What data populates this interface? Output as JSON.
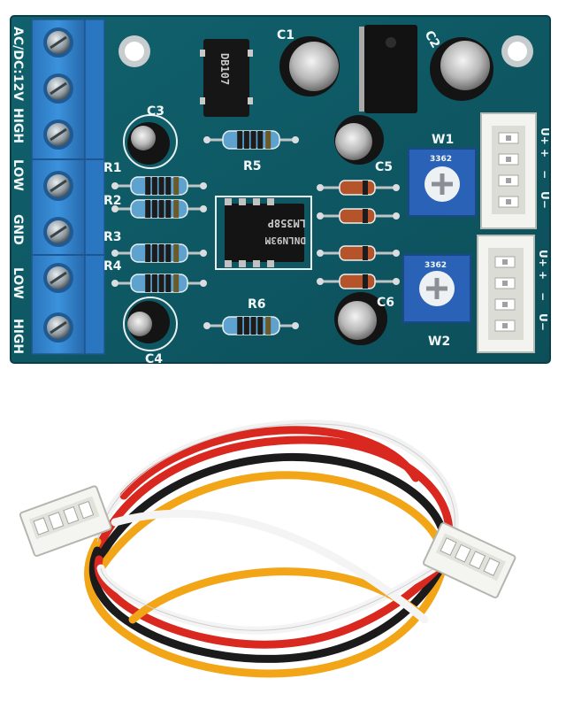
{
  "board": {
    "terminal_labels": [
      "AC/DC:12V",
      "HIGH",
      "LOW",
      "GND",
      "LOW",
      "HIGH"
    ],
    "rectifier_text": "DB107",
    "ic_text_line1": "LM358P",
    "ic_text_line2": "DNLN93M",
    "pot_text": "3362",
    "labels": {
      "c1": "C1",
      "c2": "C2",
      "c3": "C3",
      "c4": "C4",
      "c5": "C5",
      "c6": "C6",
      "r1": "R1",
      "r2": "R2",
      "r3": "R3",
      "r4": "R4",
      "r5": "R5",
      "r6": "R6",
      "w1": "W1",
      "w2": "W2"
    },
    "connector_pins_top": [
      "U+",
      "+",
      "−",
      "U−"
    ],
    "connector_pins_bottom": [
      "U+",
      "+",
      "−",
      "U−"
    ]
  },
  "colors": {
    "pcb": "#0f5a66",
    "terminal": "#2f83cc",
    "pot": "#2a62b8",
    "connector": "#f3f3f0",
    "wire_red": "#d8281f",
    "wire_orange": "#f2a516",
    "wire_black": "#1b1b1b",
    "wire_white": "#f4f4f4"
  }
}
